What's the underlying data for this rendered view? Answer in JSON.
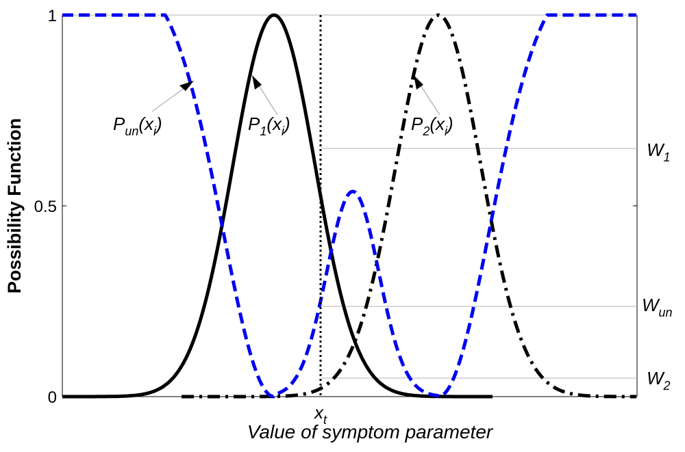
{
  "chart_data": {
    "type": "line",
    "title": "",
    "xlabel": "Value of symptom parameter",
    "ylabel": "Possibility Function",
    "ylim": [
      0,
      1
    ],
    "yticks": [
      "0",
      "0.5",
      "1"
    ],
    "x_marker": {
      "main": "x",
      "sub": "t"
    },
    "series": [
      {
        "name": "P_un(x_i)",
        "style": "dashed",
        "color": "#0000ee"
      },
      {
        "name": "P_1(x_i)",
        "style": "solid",
        "color": "#000000"
      },
      {
        "name": "P_2(x_i)",
        "style": "dash-dot",
        "color": "#000000"
      }
    ],
    "annotations": [
      {
        "main": "P",
        "sub": "un",
        "arg": "(x",
        "argsub": "i",
        "close": ")"
      },
      {
        "main": "P",
        "sub": "1",
        "arg": "(x",
        "argsub": "i",
        "close": ")"
      },
      {
        "main": "P",
        "sub": "2",
        "arg": "(x",
        "argsub": "i",
        "close": ")"
      }
    ],
    "weights": [
      {
        "main": "W",
        "sub": "1",
        "value": 0.65
      },
      {
        "main": "W",
        "sub": "un",
        "value": 0.236
      },
      {
        "main": "W",
        "sub": "2",
        "value": 0.048
      }
    ],
    "grid": false
  }
}
